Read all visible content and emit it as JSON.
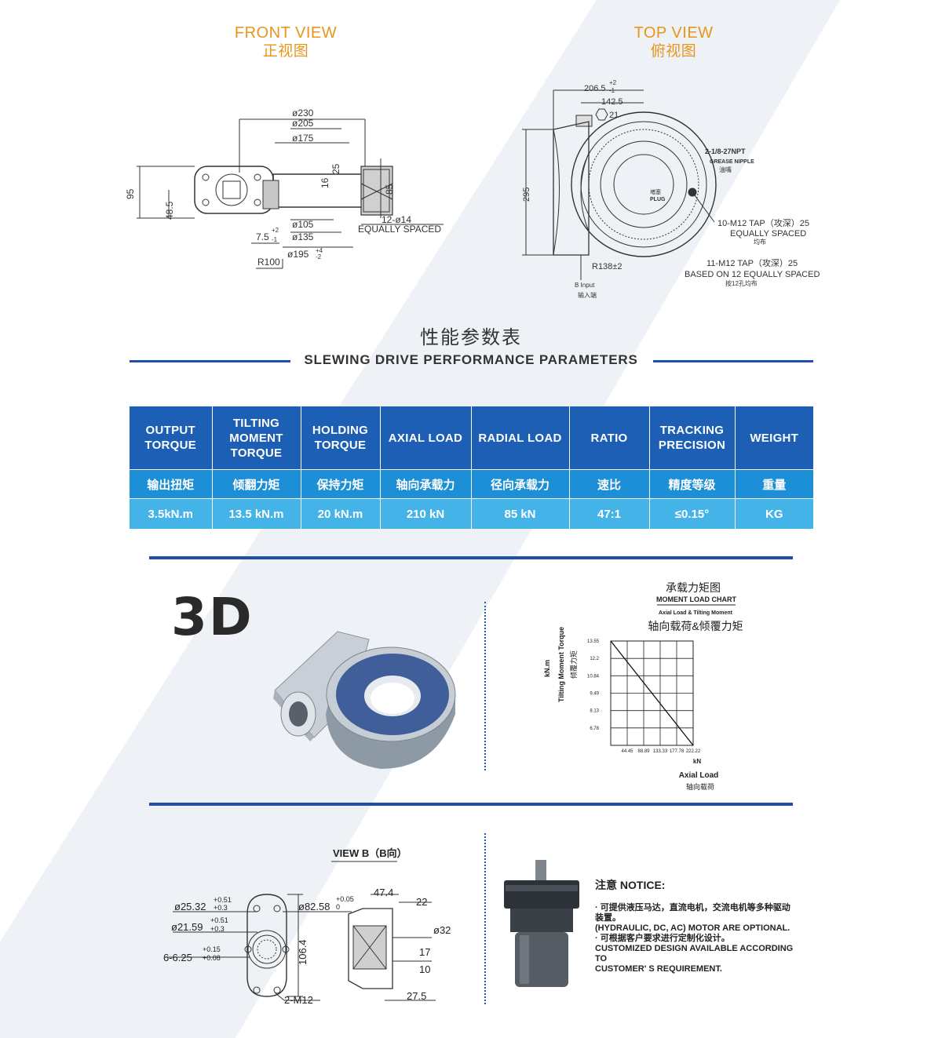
{
  "views": {
    "front": {
      "title_en": "FRONT VIEW",
      "title_cn": "正视图"
    },
    "top": {
      "title_en": "TOP VIEW",
      "title_cn": "俯视图"
    }
  },
  "front_dims": {
    "d230": "ø230",
    "d205": "ø205",
    "d175": "ø175",
    "h95": "95",
    "h485": "48.5",
    "h25": "25",
    "h16": "16",
    "h85": "85",
    "d105": "ø105",
    "d135": "ø135",
    "d195": "ø195",
    "d195_tol_up": "+4",
    "d195_tol_dn": "-2",
    "d14": "12-ø14",
    "eq": "EQUALLY SPACED",
    "r100": "R100",
    "d75": "7.5",
    "d75_up": "+2",
    "d75_dn": "-1"
  },
  "top_dims": {
    "w2065": "206.5",
    "w2065_up": "+2",
    "w2065_dn": "-1",
    "w1425": "142.5",
    "hex21": "21",
    "h295": "295",
    "nipple": "2-1/8-27NPT",
    "nipple_en": "GREASE NIPPLE",
    "nipple_cn": "油嘴",
    "plug_cn": "堵塞",
    "plug_en": "PLUG",
    "tap10": "10-M12 TAP（攻深）25",
    "tap10_eq": "EQUALLY SPACED",
    "tap10_cn": "均布",
    "tap11": "11-M12 TAP（攻深）25",
    "tap11_b": "BASED ON 12 EQUALLY SPACED",
    "tap11_cn": "按12孔均布",
    "r138": "R138±2",
    "input": "B Input",
    "input_cn": "输入端"
  },
  "section": {
    "title_cn": "性能参数表",
    "title_en": "SLEWING DRIVE PERFORMANCE PARAMETERS"
  },
  "table": {
    "headers": [
      {
        "l1": "OUTPUT",
        "l2": "TORQUE",
        "l3": ""
      },
      {
        "l1": "TILTING",
        "l2": "MOMENT",
        "l3": "TORQUE"
      },
      {
        "l1": "HOLDING",
        "l2": "TORQUE",
        "l3": ""
      },
      {
        "l1": "AXIAL LOAD",
        "l2": "",
        "l3": ""
      },
      {
        "l1": "RADIAL LOAD",
        "l2": "",
        "l3": ""
      },
      {
        "l1": "RATIO",
        "l2": "",
        "l3": ""
      },
      {
        "l1": "TRACKING",
        "l2": "PRECISION",
        "l3": ""
      },
      {
        "l1": "WEIGHT",
        "l2": "",
        "l3": ""
      }
    ],
    "cn": [
      "输出扭矩",
      "倾翻力矩",
      "保持力矩",
      "轴向承载力",
      "径向承载力",
      "速比",
      "精度等级",
      "重量"
    ],
    "values": [
      "3.5kN.m",
      "13.5 kN.m",
      "20 kN.m",
      "210 kN",
      "85 kN",
      "47:1",
      "≤0.15°",
      "KG"
    ]
  },
  "label_3d": "3D",
  "chart_data": {
    "type": "line",
    "title": "承载力矩图",
    "subtitle": "MOMENT LOAD CHART",
    "subtitle2": "Axial Load & Tilting Moment",
    "subtitle_cn": "轴向载荷&倾覆力矩",
    "ylabel": "kN.m",
    "ylabel2": "Tilting Moment Torque",
    "ylabel_cn": "倾覆力矩",
    "xlabel": "kN",
    "xlabel2": "Axial Load",
    "xlabel_cn": "轴向载荷",
    "x_ticks": [
      "44.45",
      "88.89",
      "133.33",
      "177.78",
      "222.22"
    ],
    "y_ticks": [
      "13.55",
      "12.2",
      "10.84",
      "9.49",
      "8.13",
      "6.78"
    ],
    "xlim": [
      0,
      222.22
    ],
    "ylim": [
      5.42,
      13.55
    ],
    "grid": true,
    "series": [
      {
        "x": [
          0,
          222.22
        ],
        "y": [
          13.55,
          5.42
        ]
      }
    ]
  },
  "viewb": {
    "title": "VIEW B（B向）",
    "d2532": "ø25.32",
    "d2532_up": "+0.51",
    "d2532_dn": "+0.3",
    "d2159": "ø21.59",
    "d2159_up": "+0.51",
    "d2159_dn": "+0.3",
    "d625": "6-6.25",
    "d625_up": "+0.15",
    "d625_dn": "+0.08",
    "d8258": "ø82.58",
    "d8258_up": "+0.05",
    "d8258_dn": "0",
    "h1064": "106.4",
    "m12": "2-M12",
    "w474": "47.4",
    "w22": "22",
    "d32": "ø32",
    "h17": "17",
    "h10": "10",
    "w275": "27.5"
  },
  "notice": {
    "title": "注意 NOTICE:",
    "lines": [
      "· 可提供液压马达，直流电机，交流电机等多种驱动",
      "装置。",
      "(HYDRAULIC, DC, AC) MOTOR ARE OPTIONAL.",
      "· 可根据客户要求进行定制化设计。",
      "CUSTOMIZED DESIGN AVAILABLE ACCORDING TO",
      "CUSTOMER' S REQUIREMENT."
    ]
  }
}
